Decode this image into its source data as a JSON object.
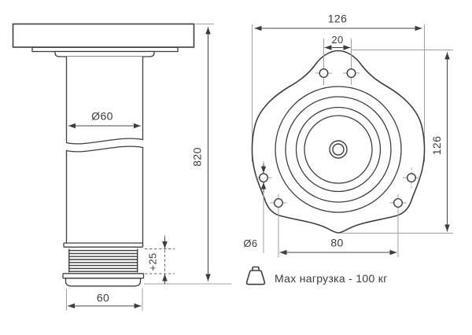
{
  "drawing": {
    "type": "technical-drawing",
    "colors": {
      "background": "#ffffff",
      "outline": "#3e3e3e",
      "dimension": "#4a4a4a",
      "auxiliary": "#9f9f9f",
      "text": "#3d3d3d"
    },
    "side_view": {
      "column_diameter_label": "Ø60",
      "overall_height_label": "820",
      "adjustment_label": "+25",
      "foot_width_label": "60"
    },
    "top_view": {
      "overall_width_label": "126",
      "overall_height_label": "126",
      "top_holes_spacing_label": "20",
      "bottom_holes_spacing_label": "80",
      "hole_diameter_label": "Ø6"
    },
    "load_note": {
      "icon": "weight-icon",
      "text": "Мах нагрузка - 100 кг"
    }
  }
}
